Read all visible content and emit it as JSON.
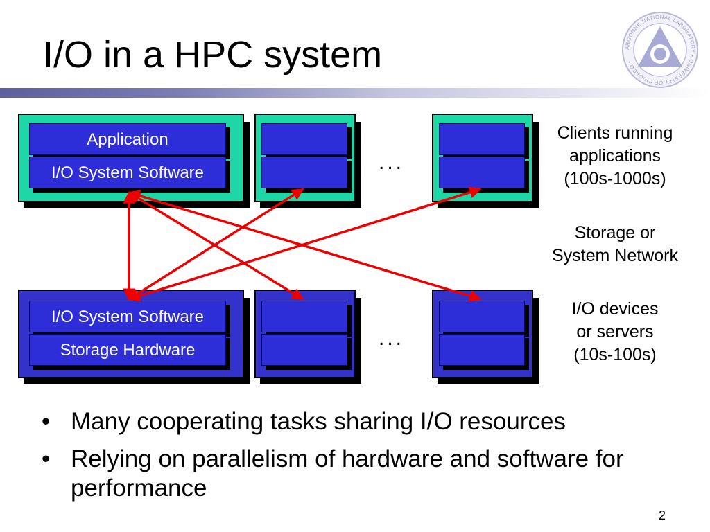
{
  "slide": {
    "title": "I/O in a HPC system",
    "page_number": "2"
  },
  "logo": {
    "ring_text": "ARGONNE NATIONAL LABORATORY • UNIVERSITY OF CHICAGO •"
  },
  "diagram": {
    "client_app_label": "Application",
    "client_io_label": "I/O System Software",
    "server_io_label": "I/O System Software",
    "server_hw_label": "Storage Hardware",
    "ellipsis": "...",
    "clients_caption": [
      "Clients running",
      "applications",
      "(100s-1000s)"
    ],
    "network_caption": [
      "Storage or",
      "System Network"
    ],
    "servers_caption": [
      "I/O devices",
      "or servers",
      "(10s-100s)"
    ],
    "colors": {
      "client_panel": "#1fd6a6",
      "server_panel": "#3333cc",
      "inner_box": "#2e2ed8",
      "arrow": "#ee0000",
      "title_rule": "#5d5f9e"
    }
  },
  "bullets": [
    "Many cooperating tasks sharing I/O resources",
    "Relying on parallelism of hardware and software for performance"
  ]
}
